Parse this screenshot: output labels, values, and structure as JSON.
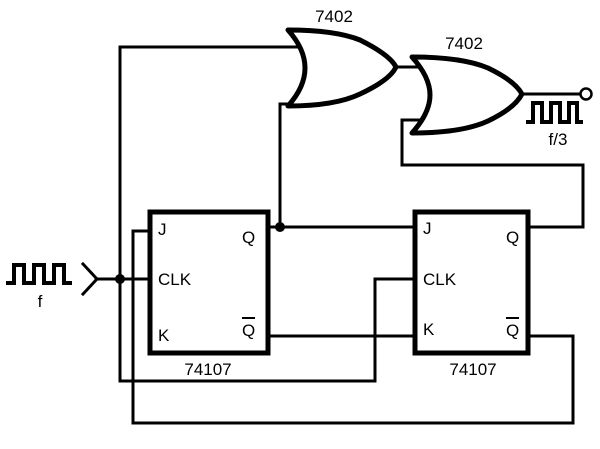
{
  "gates": [
    {
      "part": "7402"
    },
    {
      "part": "7402"
    }
  ],
  "flipflops": [
    {
      "part": "74107",
      "pins": {
        "j": "J",
        "clk": "CLK",
        "k": "K",
        "q": "Q",
        "qbar": "Q"
      }
    },
    {
      "part": "74107",
      "pins": {
        "j": "J",
        "clk": "CLK",
        "k": "K",
        "q": "Q",
        "qbar": "Q"
      }
    }
  ],
  "input": {
    "label": "f"
  },
  "output": {
    "label": "f/3"
  }
}
